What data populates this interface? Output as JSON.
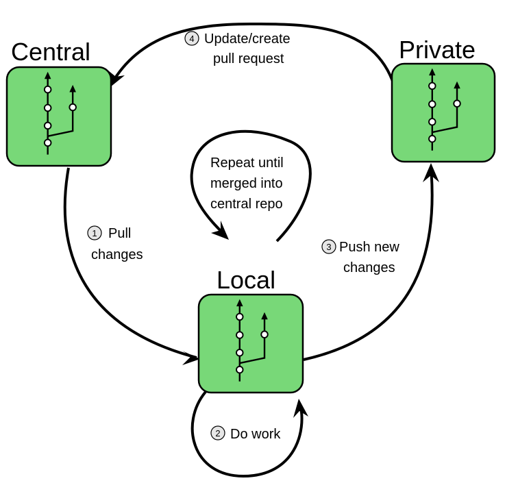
{
  "nodes": {
    "central": {
      "label": "Central"
    },
    "private": {
      "label": "Private"
    },
    "local": {
      "label": "Local"
    }
  },
  "steps": {
    "pull": {
      "number": "1",
      "line1": "Pull",
      "line2": "changes"
    },
    "work": {
      "number": "2",
      "line1": "Do work"
    },
    "push": {
      "number": "3",
      "line1": "Push new",
      "line2": "changes"
    },
    "pr": {
      "number": "4",
      "line1": "Update/create",
      "line2": "pull request"
    }
  },
  "repeat": {
    "line1": "Repeat until",
    "line2": "merged into",
    "line3": "central repo"
  },
  "colors": {
    "box_fill": "#78d878",
    "stroke": "#000000"
  },
  "icons": {
    "repo_graph": "git-branch-graph-icon"
  }
}
